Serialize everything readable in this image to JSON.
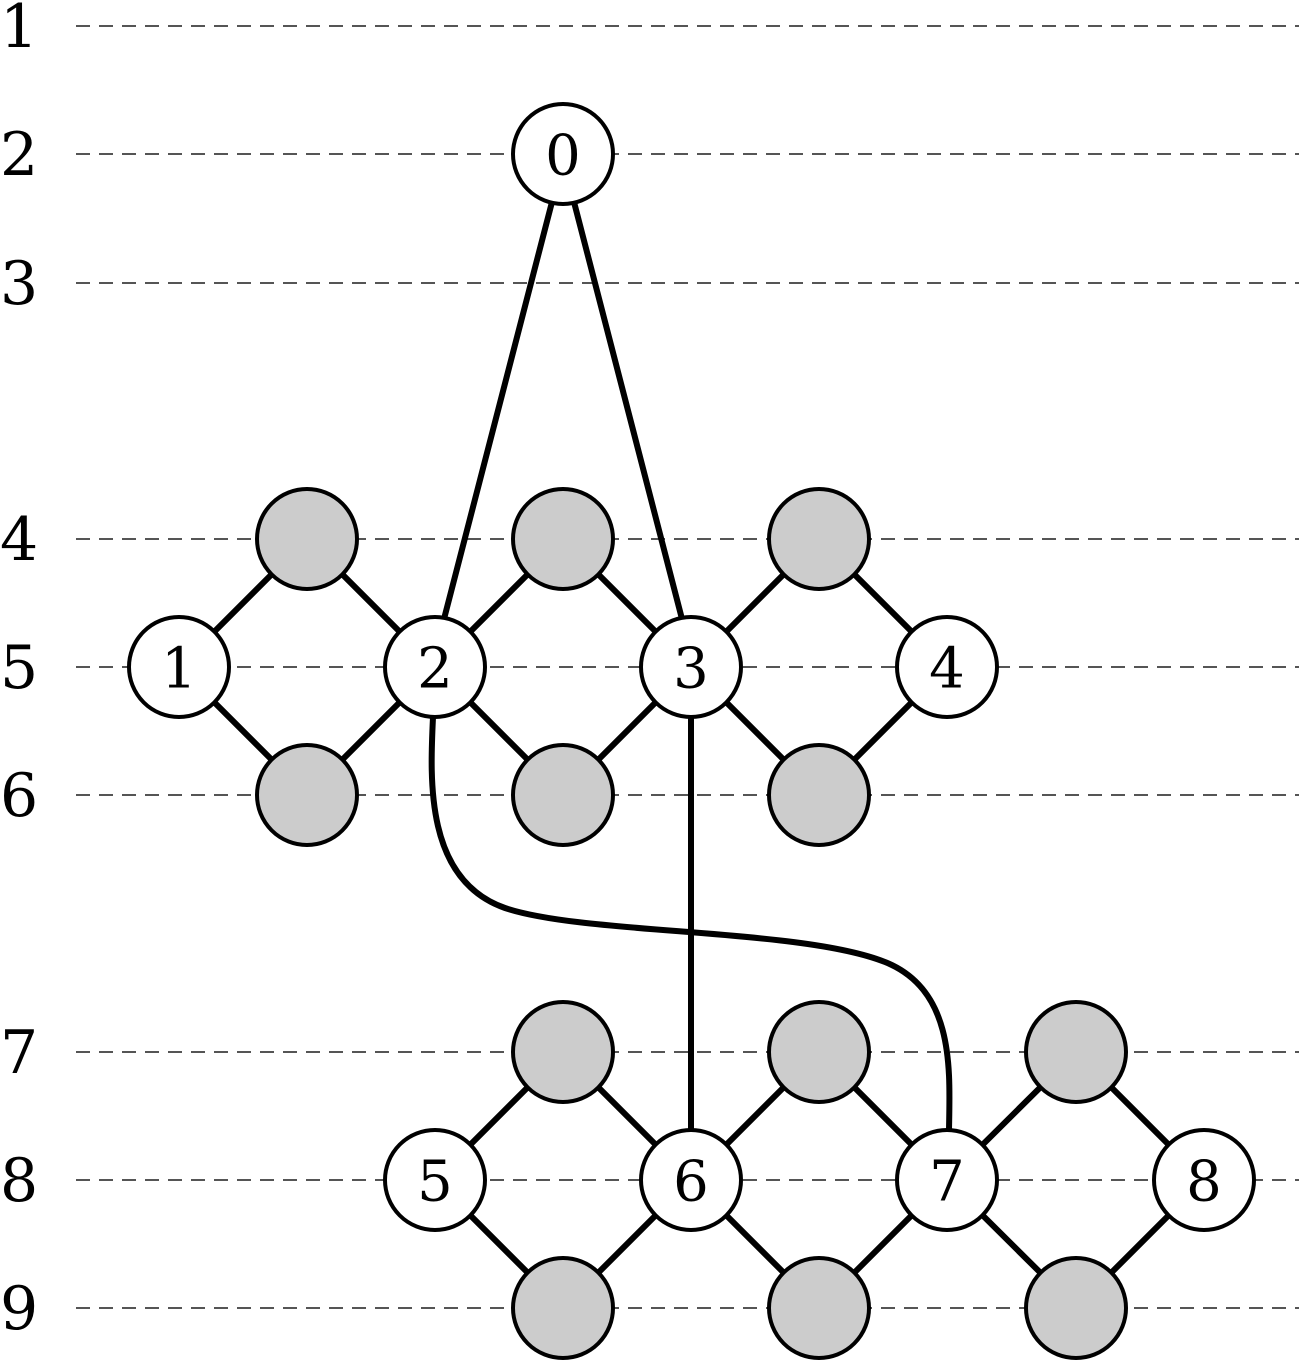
{
  "levels": [
    "1",
    "2",
    "3",
    "4",
    "5",
    "6",
    "7",
    "8",
    "9"
  ],
  "nodes": [
    {
      "id": "0",
      "label": "0",
      "level": "2",
      "fill": "#ffffff"
    },
    {
      "id": "1",
      "label": "1",
      "level": "5",
      "fill": "#ffffff"
    },
    {
      "id": "2",
      "label": "2",
      "level": "5",
      "fill": "#ffffff"
    },
    {
      "id": "3",
      "label": "3",
      "level": "5",
      "fill": "#ffffff"
    },
    {
      "id": "4",
      "label": "4",
      "level": "5",
      "fill": "#ffffff"
    },
    {
      "id": "5",
      "label": "5",
      "level": "8",
      "fill": "#ffffff"
    },
    {
      "id": "6",
      "label": "6",
      "level": "8",
      "fill": "#ffffff"
    },
    {
      "id": "7",
      "label": "7",
      "level": "8",
      "fill": "#ffffff"
    },
    {
      "id": "8",
      "label": "8",
      "level": "8",
      "fill": "#ffffff"
    },
    {
      "id": "g1",
      "label": "",
      "level": "4",
      "fill": "#cccccc"
    },
    {
      "id": "g2",
      "label": "",
      "level": "4",
      "fill": "#cccccc"
    },
    {
      "id": "g3",
      "label": "",
      "level": "4",
      "fill": "#cccccc"
    },
    {
      "id": "g4",
      "label": "",
      "level": "6",
      "fill": "#cccccc"
    },
    {
      "id": "g5",
      "label": "",
      "level": "6",
      "fill": "#cccccc"
    },
    {
      "id": "g6",
      "label": "",
      "level": "6",
      "fill": "#cccccc"
    },
    {
      "id": "g7",
      "label": "",
      "level": "7",
      "fill": "#cccccc"
    },
    {
      "id": "g8",
      "label": "",
      "level": "7",
      "fill": "#cccccc"
    },
    {
      "id": "g9",
      "label": "",
      "level": "7",
      "fill": "#cccccc"
    },
    {
      "id": "g10",
      "label": "",
      "level": "9",
      "fill": "#cccccc"
    },
    {
      "id": "g11",
      "label": "",
      "level": "9",
      "fill": "#cccccc"
    },
    {
      "id": "g12",
      "label": "",
      "level": "9",
      "fill": "#cccccc"
    }
  ],
  "edges": [
    [
      "1",
      "g1"
    ],
    [
      "g1",
      "2"
    ],
    [
      "1",
      "g4"
    ],
    [
      "g4",
      "2"
    ],
    [
      "2",
      "g2"
    ],
    [
      "g2",
      "3"
    ],
    [
      "2",
      "g5"
    ],
    [
      "g5",
      "3"
    ],
    [
      "3",
      "g3"
    ],
    [
      "g3",
      "4"
    ],
    [
      "3",
      "g6"
    ],
    [
      "g6",
      "4"
    ],
    [
      "0",
      "2"
    ],
    [
      "0",
      "3"
    ],
    [
      "3",
      "6"
    ],
    [
      "2",
      "7"
    ],
    [
      "5",
      "g7"
    ],
    [
      "g7",
      "6"
    ],
    [
      "5",
      "g10"
    ],
    [
      "g10",
      "6"
    ],
    [
      "6",
      "g8"
    ],
    [
      "g8",
      "7"
    ],
    [
      "6",
      "g11"
    ],
    [
      "g11",
      "7"
    ],
    [
      "7",
      "g9"
    ],
    [
      "g9",
      "8"
    ],
    [
      "7",
      "g12"
    ],
    [
      "g12",
      "8"
    ]
  ]
}
